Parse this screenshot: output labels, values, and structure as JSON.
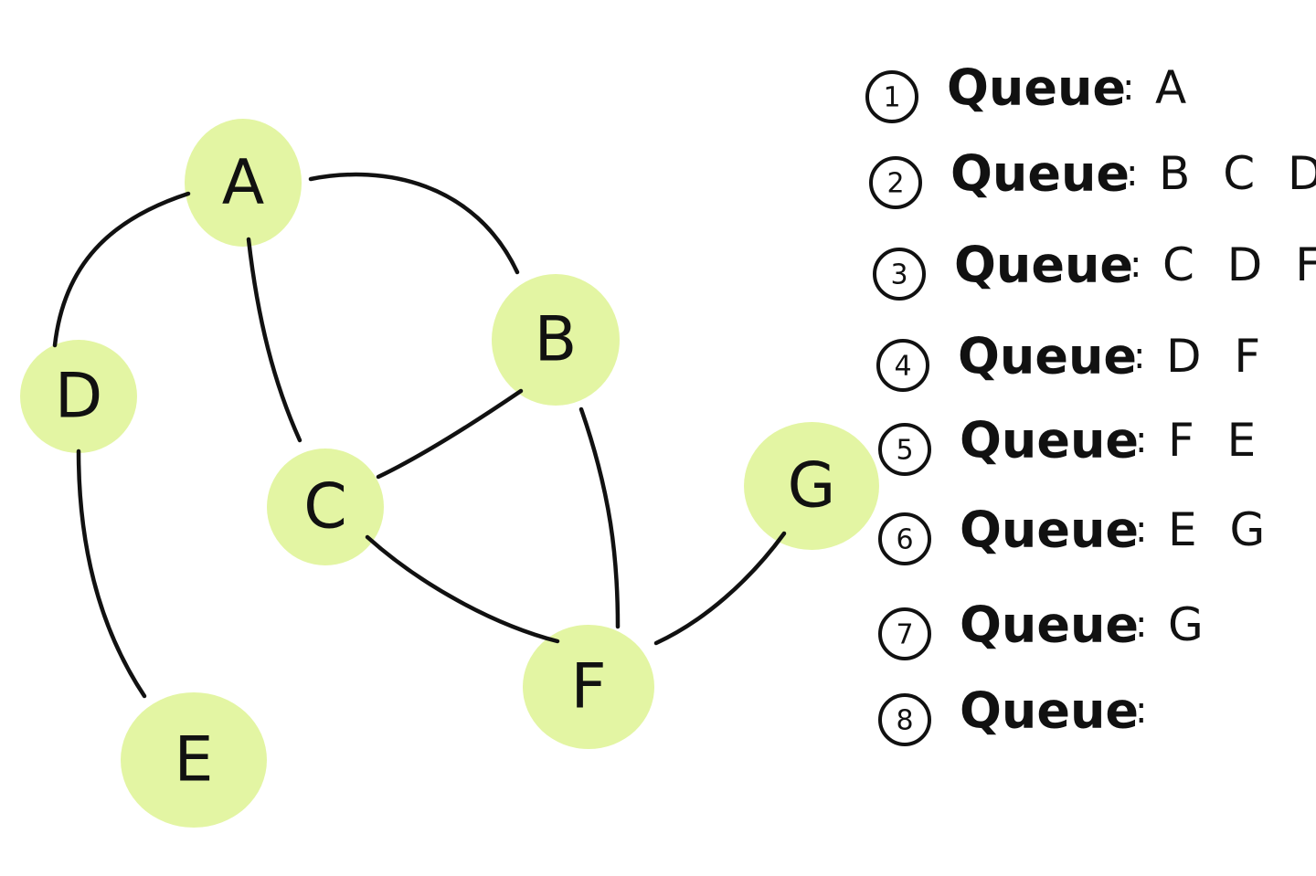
{
  "colors": {
    "node_fill": "#e3f5a3",
    "stroke": "#111111",
    "background": "#ffffff"
  },
  "graph": {
    "nodes": [
      {
        "id": "A",
        "label": "A"
      },
      {
        "id": "B",
        "label": "B"
      },
      {
        "id": "C",
        "label": "C"
      },
      {
        "id": "D",
        "label": "D"
      },
      {
        "id": "E",
        "label": "E"
      },
      {
        "id": "F",
        "label": "F"
      },
      {
        "id": "G",
        "label": "G"
      }
    ],
    "edges": [
      {
        "from": "A",
        "to": "B"
      },
      {
        "from": "A",
        "to": "C"
      },
      {
        "from": "A",
        "to": "D"
      },
      {
        "from": "B",
        "to": "C"
      },
      {
        "from": "B",
        "to": "F"
      },
      {
        "from": "C",
        "to": "F"
      },
      {
        "from": "D",
        "to": "E"
      },
      {
        "from": "F",
        "to": "G"
      }
    ]
  },
  "queue_steps": [
    {
      "num": "1",
      "word": "Queue",
      "items": "A"
    },
    {
      "num": "2",
      "word": "Queue",
      "items": "B C D"
    },
    {
      "num": "3",
      "word": "Queue",
      "items": "C D F"
    },
    {
      "num": "4",
      "word": "Queue",
      "items": "D F"
    },
    {
      "num": "5",
      "word": "Queue",
      "items": "F E"
    },
    {
      "num": "6",
      "word": "Queue",
      "items": "E G"
    },
    {
      "num": "7",
      "word": "Queue",
      "items": "G"
    },
    {
      "num": "8",
      "word": "Queue",
      "items": ""
    }
  ]
}
